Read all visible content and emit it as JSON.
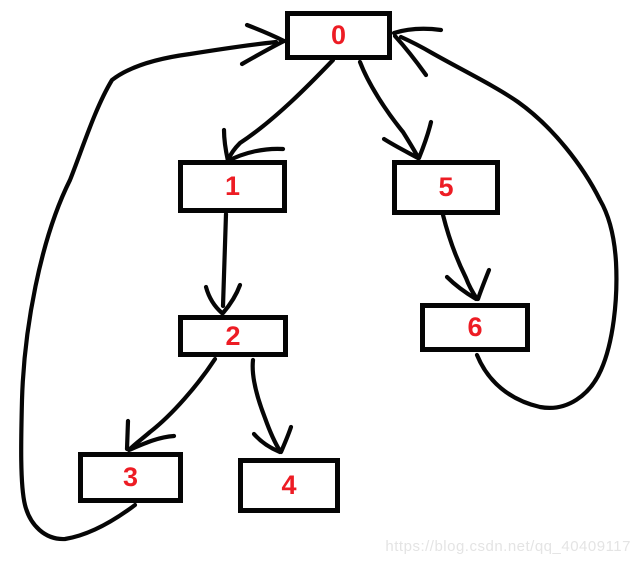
{
  "diagram": {
    "type": "directed-graph",
    "description": "hand-drawn tree with back edges",
    "nodes": [
      {
        "id": "0",
        "label": "0"
      },
      {
        "id": "1",
        "label": "1"
      },
      {
        "id": "2",
        "label": "2"
      },
      {
        "id": "3",
        "label": "3"
      },
      {
        "id": "4",
        "label": "4"
      },
      {
        "id": "5",
        "label": "5"
      },
      {
        "id": "6",
        "label": "6"
      }
    ],
    "edges": [
      {
        "from": "0",
        "to": "1"
      },
      {
        "from": "0",
        "to": "5"
      },
      {
        "from": "1",
        "to": "2"
      },
      {
        "from": "2",
        "to": "3"
      },
      {
        "from": "2",
        "to": "4"
      },
      {
        "from": "5",
        "to": "6"
      },
      {
        "from": "3",
        "to": "0"
      },
      {
        "from": "6",
        "to": "0"
      }
    ],
    "colors": {
      "node_border": "#050505",
      "node_label": "#ed1c24",
      "edge_stroke": "#060606",
      "background": "#ffffff",
      "watermark_text": "#e4e4e4"
    }
  },
  "watermark": "https://blog.csdn.net/qq_40409117"
}
